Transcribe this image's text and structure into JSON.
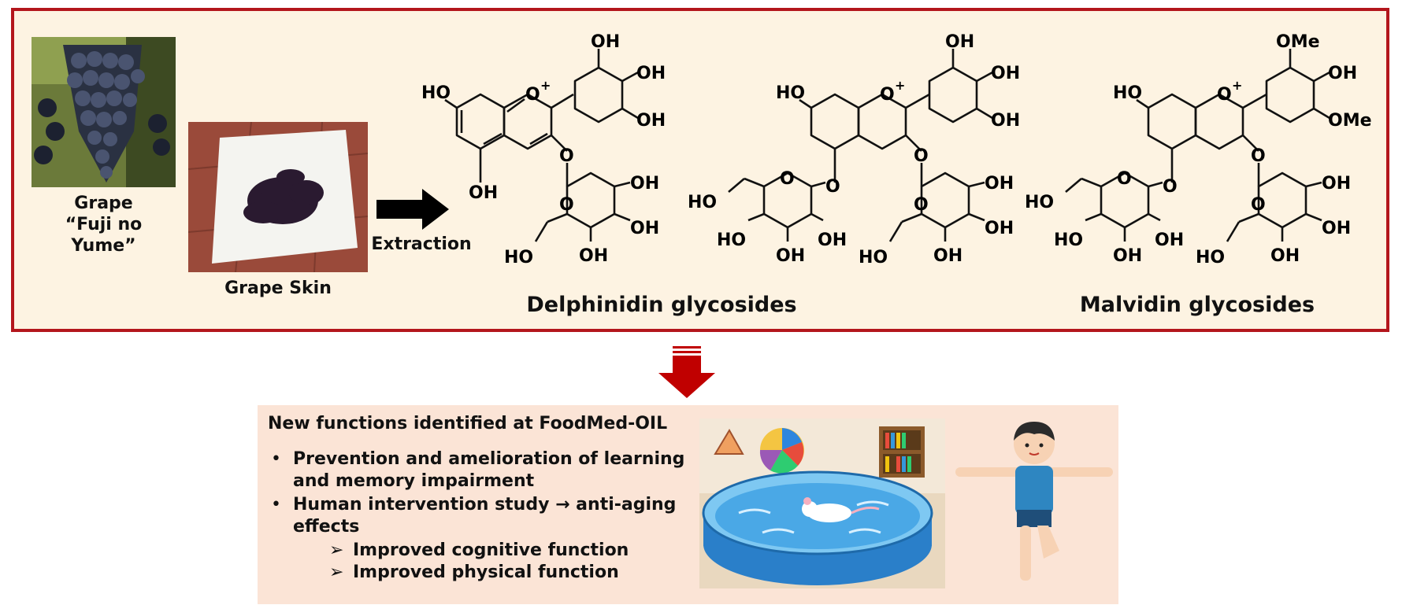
{
  "top": {
    "grape_label_line1": "Grape",
    "grape_label_line2": "“Fuji no Yume”",
    "skin_label": "Grape Skin",
    "extraction_label": "Extraction",
    "delphinidin_label": "Delphinidin glycosides",
    "malvidin_label": "Malvidin glycosides"
  },
  "molecule": {
    "oh": "OH",
    "ho": "HO",
    "oplus": "O",
    "plus": "+",
    "o": "O",
    "ome": "OMe"
  },
  "bottom": {
    "title": "New functions identified at FoodMed-OIL",
    "bullets": [
      {
        "line1": "Prevention and amelioration of learning",
        "line2": "and memory impairment"
      },
      {
        "line1": "Human intervention study → anti-aging",
        "line2": "effects"
      }
    ],
    "sub_items": [
      "Improved cognitive function",
      "Improved physical function"
    ],
    "bullet_symbol": "•",
    "sub_symbol": "➢"
  },
  "colors": {
    "frame": "#b3161c",
    "panel_top": "#fdf3e2",
    "panel_bottom": "#fbe4d6",
    "down_arrow": "#c00000"
  }
}
